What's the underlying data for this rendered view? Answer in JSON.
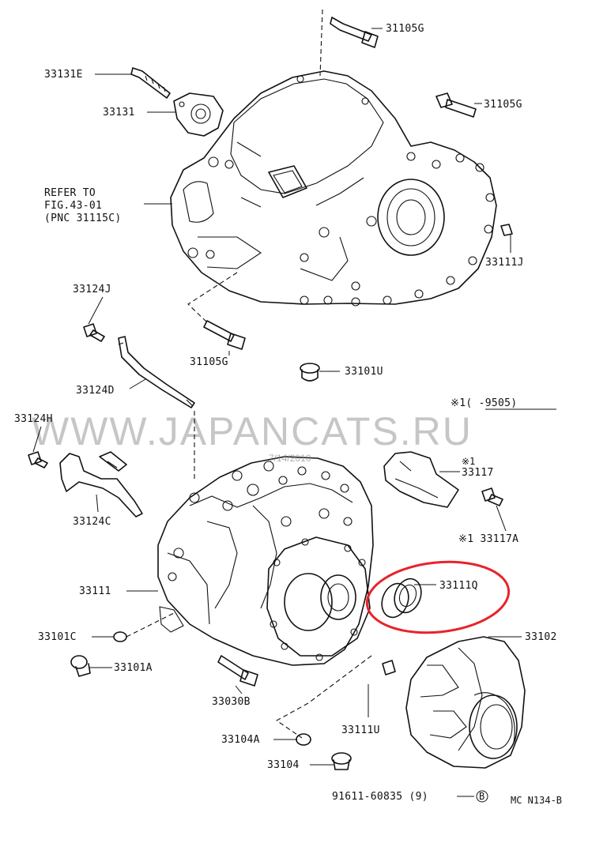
{
  "diagram": {
    "labels": {
      "p31105g_top": "31105G",
      "p33131e": "33131E",
      "p33131": "33131",
      "p31105g_right": "31105G",
      "refer_line1": "REFER TO",
      "refer_line2": "FIG.43-01",
      "refer_line3": "(PNC 31115C)",
      "p33111j": "33111J",
      "p33124j": "33124J",
      "p31105g_mid": "31105G",
      "p33101u": "33101U",
      "p33124d": "33124D",
      "applicability": "※1(     -9505)",
      "p33124h": "33124H",
      "p33117_mark": "※1",
      "p33117": "33117",
      "p33124c": "33124C",
      "p33117a": "※1 33117A",
      "p33111q": "33111Q",
      "p33111": "33111",
      "p33102": "33102",
      "p33101c": "33101C",
      "p33101a": "33101A",
      "p33030b": "33030B",
      "p33111u": "33111U",
      "p33104a": "33104A",
      "p33104": "33104",
      "p91611": "91611-60835 (9)",
      "circle_b": "B",
      "code": "MC N134-B"
    },
    "watermark": {
      "text": "WWW.JAPANCATS.RU",
      "date": "7/14/2010"
    },
    "highlight_color": "#e8232b",
    "ink_color": "#111111"
  }
}
